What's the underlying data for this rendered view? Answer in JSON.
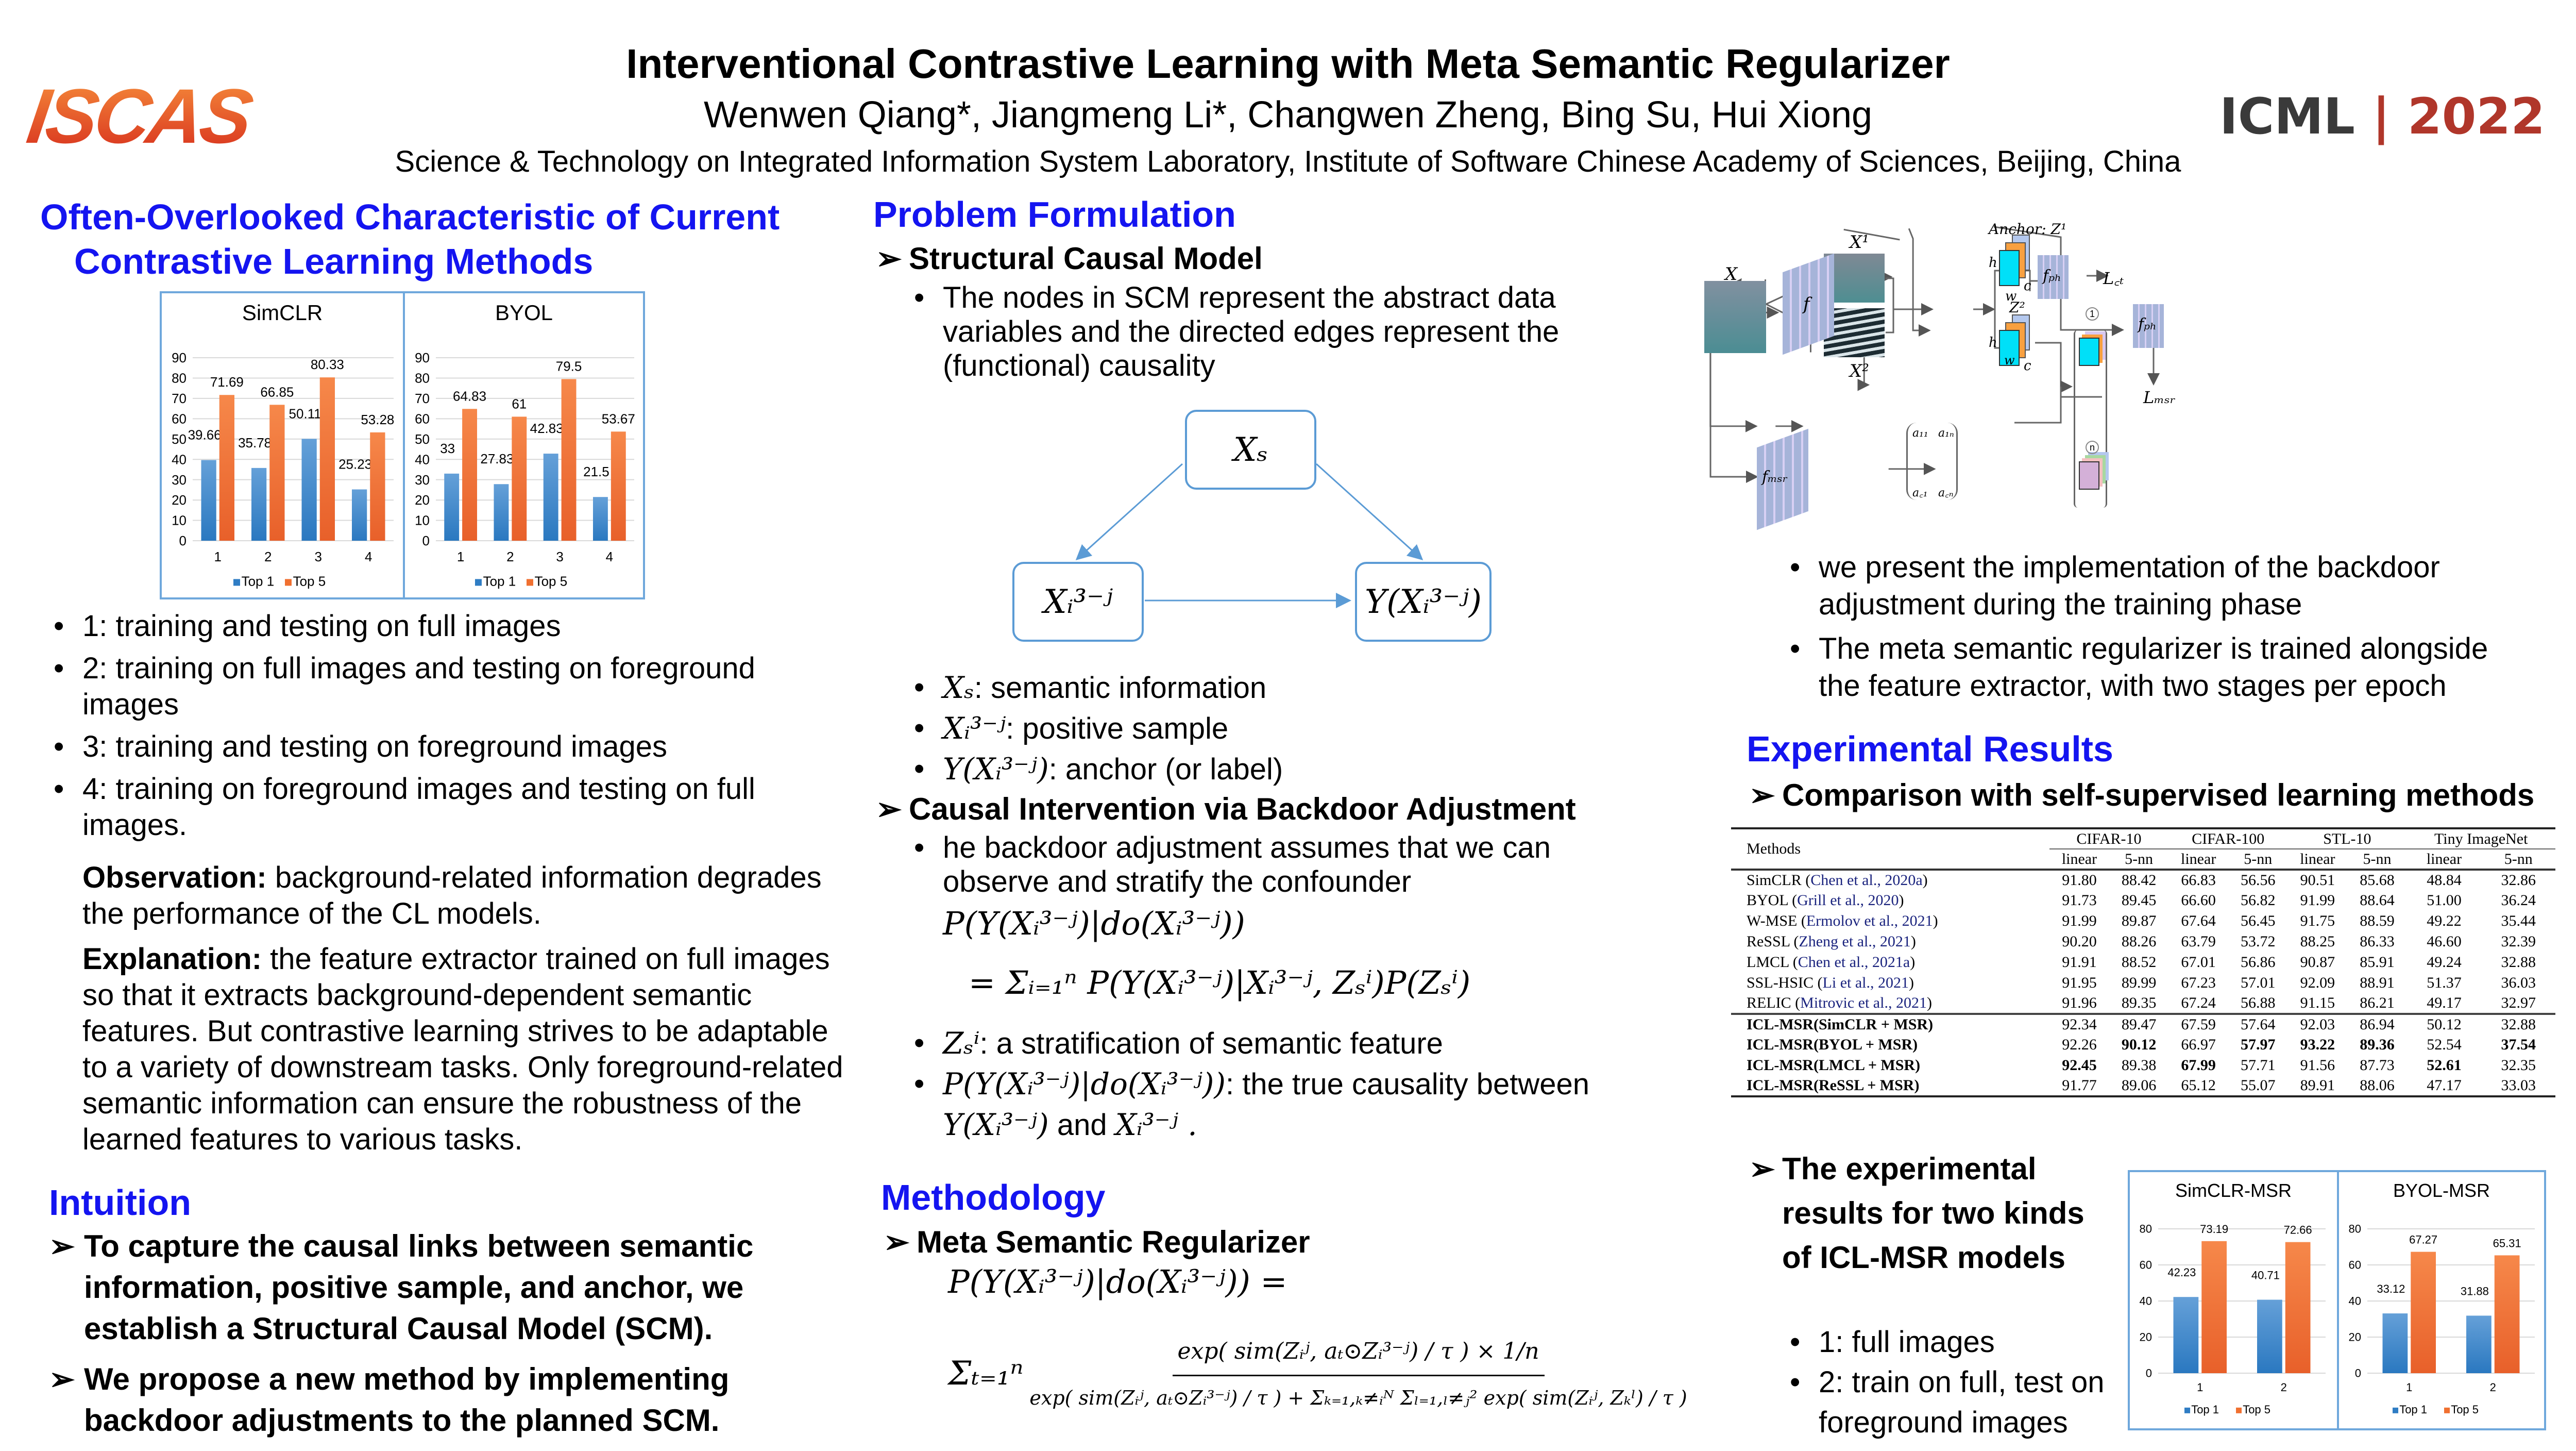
{
  "header": {
    "title": "Interventional Contrastive Learning with Meta Semantic Regularizer",
    "authors": "Wenwen Qiang*, Jiangmeng Li*, Changwen Zheng, Bing Su, Hui Xiong",
    "affiliation": "Science & Technology on Integrated Information System Laboratory, Institute of Software Chinese Academy of Sciences, Beijing, China",
    "logo_text": "ISCAS",
    "conference": "ICML",
    "separator": "|",
    "year": "2022"
  },
  "left": {
    "heading_line1": "Often-Overlooked Characteristic of Current",
    "heading_line2": "Contrastive Learning Methods",
    "bullets": [
      "1: training and testing on full images",
      "2: training on full images and testing on foreground images",
      "3: training and testing on foreground images",
      "4: training on foreground images and testing on full images."
    ],
    "observation_label": "Observation:",
    "observation_text": " background-related information degrades the performance of the CL models.",
    "explanation_label": "Explanation:",
    "explanation_text": " the feature extractor trained on full images so that it extracts background-dependent semantic features. But contrastive learning strives to be adaptable to a variety of downstream tasks. Only foreground-related semantic information can ensure the robustness of the learned features to various tasks.",
    "intuition_heading": "Intuition",
    "intuition_items": [
      "To capture the causal links between semantic information, positive sample, and anchor, we establish a Structural Causal Model (SCM).",
      "We propose a new method by implementing backdoor adjustments to the planned SCM."
    ]
  },
  "middle": {
    "heading": "Problem Formulation",
    "scm_title": "Structural Causal Model",
    "scm_bullet": "The nodes in SCM represent the abstract data variables and the directed edges represent the (functional) causality",
    "nodes": {
      "xs": "Xₛ",
      "xi": "Xᵢ³⁻ʲ",
      "y": "Y(Xᵢ³⁻ʲ)"
    },
    "defs": [
      {
        "sym": "Xₛ",
        "text": ": semantic information"
      },
      {
        "sym": "Xᵢ³⁻ʲ",
        "text": ": positive sample"
      },
      {
        "sym": "Y(Xᵢ³⁻ʲ)",
        "text": ": anchor (or label)"
      }
    ],
    "ci_title": "Causal Intervention via Backdoor Adjustment",
    "ci_bullet": "he backdoor adjustment assumes that we can observe and stratify the confounder",
    "ci_formula_1": "P(Y(Xᵢ³⁻ʲ)|do(Xᵢ³⁻ʲ))",
    "ci_formula_2": "= Σᵢ₌₁ⁿ P(Y(Xᵢ³⁻ʲ)|Xᵢ³⁻ʲ, Zₛⁱ)P(Zₛⁱ)",
    "ci_defs": [
      {
        "sym": "Zₛⁱ",
        "text": ": a stratification of semantic feature"
      },
      {
        "sym": "P(Y(Xᵢ³⁻ʲ)|do(Xᵢ³⁻ʲ))",
        "text": ": the true causality between"
      }
    ],
    "ci_last_a": "Y(Xᵢ³⁻ʲ)",
    "ci_last_and": " and ",
    "ci_last_b": "Xᵢ³⁻ʲ .",
    "method_heading": "Methodology",
    "msr_title": "Meta Semantic Regularizer",
    "msr_lhs": "P(Y(Xᵢ³⁻ʲ)|do(Xᵢ³⁻ʲ)) =",
    "msr_sum": "Σₜ₌₁ⁿ",
    "msr_num": "exp( sim(Zᵢʲ, aₜ⊙Zᵢ³⁻ʲ) / τ ) × 1/n",
    "msr_den": "exp( sim(Zᵢʲ, aₜ⊙Zᵢ³⁻ʲ) / τ ) + Σₖ₌₁,ₖ≠ᵢᴺ Σₗ₌₁,ₗ≠ⱼ² exp( sim(Zᵢʲ, Zₖˡ) / τ )"
  },
  "right": {
    "diagram": {
      "x": "X",
      "x1": "X¹",
      "x2": "X²",
      "f": "f",
      "fmsr": "fₘₛᵣ",
      "fph": "fₚₕ",
      "lct": "L꜀ₜ",
      "lmsr": "Lₘₛᵣ",
      "anchor": "Anchor: Z¹",
      "z2": "Z²",
      "h": "h",
      "w": "w",
      "c": "c",
      "one": "1",
      "n": "n",
      "a11": "a₁₁",
      "a1n": "a₁ₙ",
      "ac1": "a꜀₁",
      "acn": "a꜀ₙ"
    },
    "bullets": [
      "we present the implementation of the backdoor adjustment during the training phase",
      "The meta semantic regularizer is trained alongside the feature extractor, with two stages per epoch"
    ],
    "results_heading": "Experimental Results",
    "comparison_title": "Comparison with self-supervised learning methods",
    "table": {
      "methods_header": "Methods",
      "datasets": [
        "CIFAR-10",
        "CIFAR-100",
        "STL-10",
        "Tiny ImageNet"
      ],
      "metrics": [
        "linear",
        "5-nn",
        "linear",
        "5-nn",
        "linear",
        "5-nn",
        "linear",
        "5-nn"
      ],
      "baselines": [
        {
          "name": "SimCLR",
          "cite": "Chen et al., 2020a",
          "values": [
            "91.80",
            "88.42",
            "66.83",
            "56.56",
            "90.51",
            "85.68",
            "48.84",
            "32.86"
          ]
        },
        {
          "name": "BYOL",
          "cite": "Grill et al., 2020",
          "values": [
            "91.73",
            "89.45",
            "66.60",
            "56.82",
            "91.99",
            "88.64",
            "51.00",
            "36.24"
          ]
        },
        {
          "name": "W-MSE",
          "cite": "Ermolov et al., 2021",
          "values": [
            "91.99",
            "89.87",
            "67.64",
            "56.45",
            "91.75",
            "88.59",
            "49.22",
            "35.44"
          ]
        },
        {
          "name": "ReSSL",
          "cite": "Zheng et al., 2021",
          "values": [
            "90.20",
            "88.26",
            "63.79",
            "53.72",
            "88.25",
            "86.33",
            "46.60",
            "32.39"
          ]
        },
        {
          "name": "LMCL",
          "cite": "Chen et al., 2021a",
          "values": [
            "91.91",
            "88.52",
            "67.01",
            "56.86",
            "90.87",
            "85.91",
            "49.24",
            "32.88"
          ]
        },
        {
          "name": "SSL-HSIC",
          "cite": "Li et al., 2021",
          "values": [
            "91.95",
            "89.99",
            "67.23",
            "57.01",
            "92.09",
            "88.91",
            "51.37",
            "36.03"
          ]
        },
        {
          "name": "RELIC",
          "cite": "Mitrovic et al., 2021",
          "values": [
            "91.96",
            "89.35",
            "67.24",
            "56.88",
            "91.15",
            "86.21",
            "49.17",
            "32.97"
          ]
        }
      ],
      "ours": [
        {
          "name": "ICL-MSR(SimCLR + MSR)",
          "values": [
            "92.34",
            "89.47",
            "67.59",
            "57.64",
            "92.03",
            "86.94",
            "50.12",
            "32.88"
          ],
          "bold": []
        },
        {
          "name": "ICL-MSR(BYOL + MSR)",
          "values": [
            "92.26",
            "90.12",
            "66.97",
            "57.97",
            "93.22",
            "89.36",
            "52.54",
            "37.54"
          ],
          "bold": [
            1,
            3,
            4,
            5,
            7
          ]
        },
        {
          "name": "ICL-MSR(LMCL + MSR)",
          "values": [
            "92.45",
            "89.38",
            "67.99",
            "57.71",
            "91.56",
            "87.73",
            "52.61",
            "32.35"
          ],
          "bold": [
            0,
            2,
            6
          ]
        },
        {
          "name": "ICL-MSR(ReSSL + MSR)",
          "values": [
            "91.77",
            "89.06",
            "65.12",
            "55.07",
            "89.91",
            "88.06",
            "47.17",
            "33.03"
          ],
          "bold": []
        }
      ]
    },
    "exp_title": "The experimental results for two kinds of ICL-MSR models",
    "exp_bullets": [
      "1: full images",
      "2: train on full, test on foreground images"
    ]
  },
  "colors": {
    "heading": "#1414f0",
    "top1": "#3b86c8",
    "top5": "#f07030",
    "accent": "#b0362a"
  },
  "chart_data": [
    {
      "type": "bar",
      "title": "SimCLR",
      "categories": [
        "1",
        "2",
        "3",
        "4"
      ],
      "series": [
        {
          "name": "Top 1",
          "values": [
            39.66,
            35.78,
            50.11,
            25.23
          ]
        },
        {
          "name": "Top 5",
          "values": [
            71.69,
            66.85,
            80.33,
            53.28
          ]
        }
      ],
      "ylim": [
        0,
        90
      ],
      "yticks": [
        0,
        10,
        20,
        30,
        40,
        50,
        60,
        70,
        80,
        90
      ],
      "legend": "bottom",
      "grid": true
    },
    {
      "type": "bar",
      "title": "BYOL",
      "categories": [
        "1",
        "2",
        "3",
        "4"
      ],
      "series": [
        {
          "name": "Top 1",
          "values": [
            33,
            27.83,
            42.83,
            21.5
          ]
        },
        {
          "name": "Top 5",
          "values": [
            64.83,
            61,
            79.5,
            53.67
          ]
        }
      ],
      "ylim": [
        0,
        90
      ],
      "yticks": [
        0,
        10,
        20,
        30,
        40,
        50,
        60,
        70,
        80,
        90
      ],
      "legend": "bottom",
      "grid": true
    },
    {
      "type": "bar",
      "title": "SimCLR-MSR",
      "categories": [
        "1",
        "2"
      ],
      "series": [
        {
          "name": "Top 1",
          "values": [
            42.23,
            40.71
          ]
        },
        {
          "name": "Top 5",
          "values": [
            73.19,
            72.66
          ]
        }
      ],
      "ylim": [
        0,
        80
      ],
      "yticks": [
        0,
        20,
        40,
        60,
        80
      ],
      "legend": "bottom",
      "grid": true
    },
    {
      "type": "bar",
      "title": "BYOL-MSR",
      "categories": [
        "1",
        "2"
      ],
      "series": [
        {
          "name": "Top 1",
          "values": [
            33.12,
            31.88
          ]
        },
        {
          "name": "Top 5",
          "values": [
            67.27,
            65.31
          ]
        }
      ],
      "ylim": [
        0,
        80
      ],
      "yticks": [
        0,
        20,
        40,
        60,
        80
      ],
      "legend": "bottom",
      "grid": true
    }
  ]
}
